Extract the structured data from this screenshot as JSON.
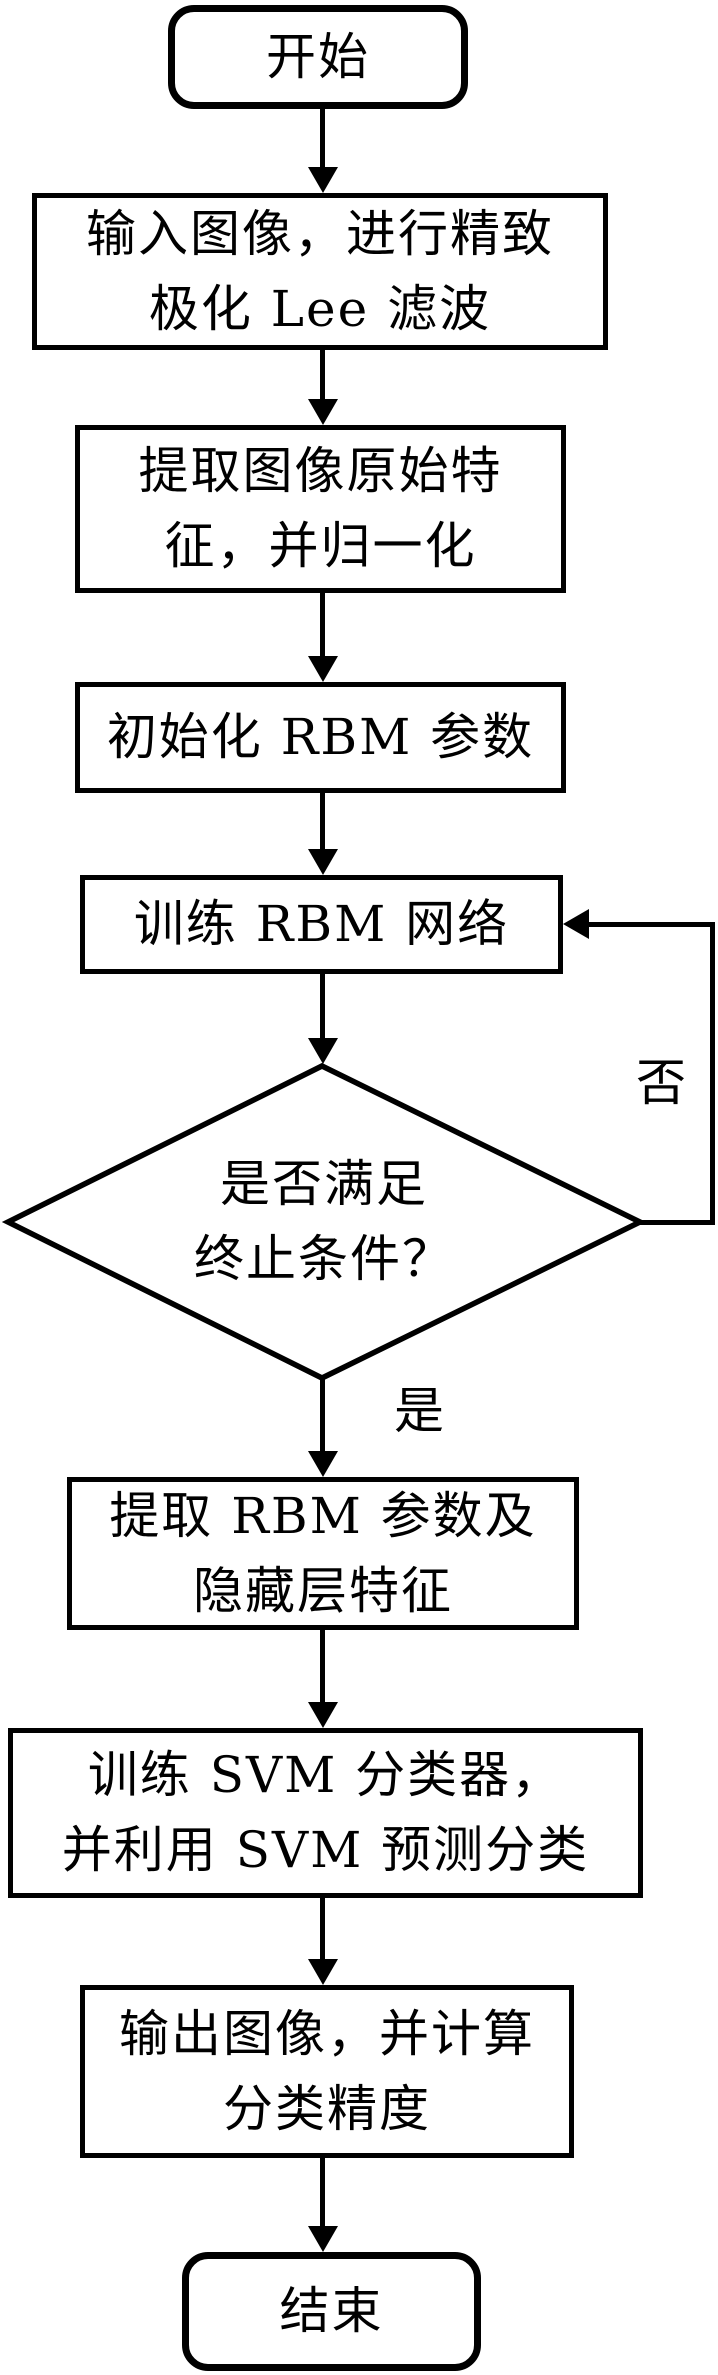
{
  "colors": {
    "background": "#ffffff",
    "stroke": "#000000",
    "text": "#000000"
  },
  "nodes": {
    "start": {
      "type": "terminator",
      "label": "开始"
    },
    "input_filter": {
      "type": "process",
      "line1": "输入图像，进行精致",
      "line2": "极化 Lee 滤波"
    },
    "extract_features": {
      "type": "process",
      "line1": "提取图像原始特",
      "line2": "征，并归一化"
    },
    "init_rbm": {
      "type": "process",
      "line1": "初始化 RBM 参数"
    },
    "train_rbm": {
      "type": "process",
      "line1": "训练 RBM 网络"
    },
    "decision": {
      "type": "decision",
      "line1": "是否满足",
      "line2": "终止条件？"
    },
    "extract_rbm": {
      "type": "process",
      "line1": "提取 RBM 参数及",
      "line2": "隐藏层特征"
    },
    "train_svm": {
      "type": "process",
      "line1": "训练 SVM 分类器，",
      "line2": "并利用 SVM 预测分类"
    },
    "output_image": {
      "type": "process",
      "line1": "输出图像，并计算",
      "line2": "分类精度"
    },
    "end": {
      "type": "terminator",
      "label": "结束"
    }
  },
  "branch_labels": {
    "no": "否",
    "yes": "是"
  }
}
